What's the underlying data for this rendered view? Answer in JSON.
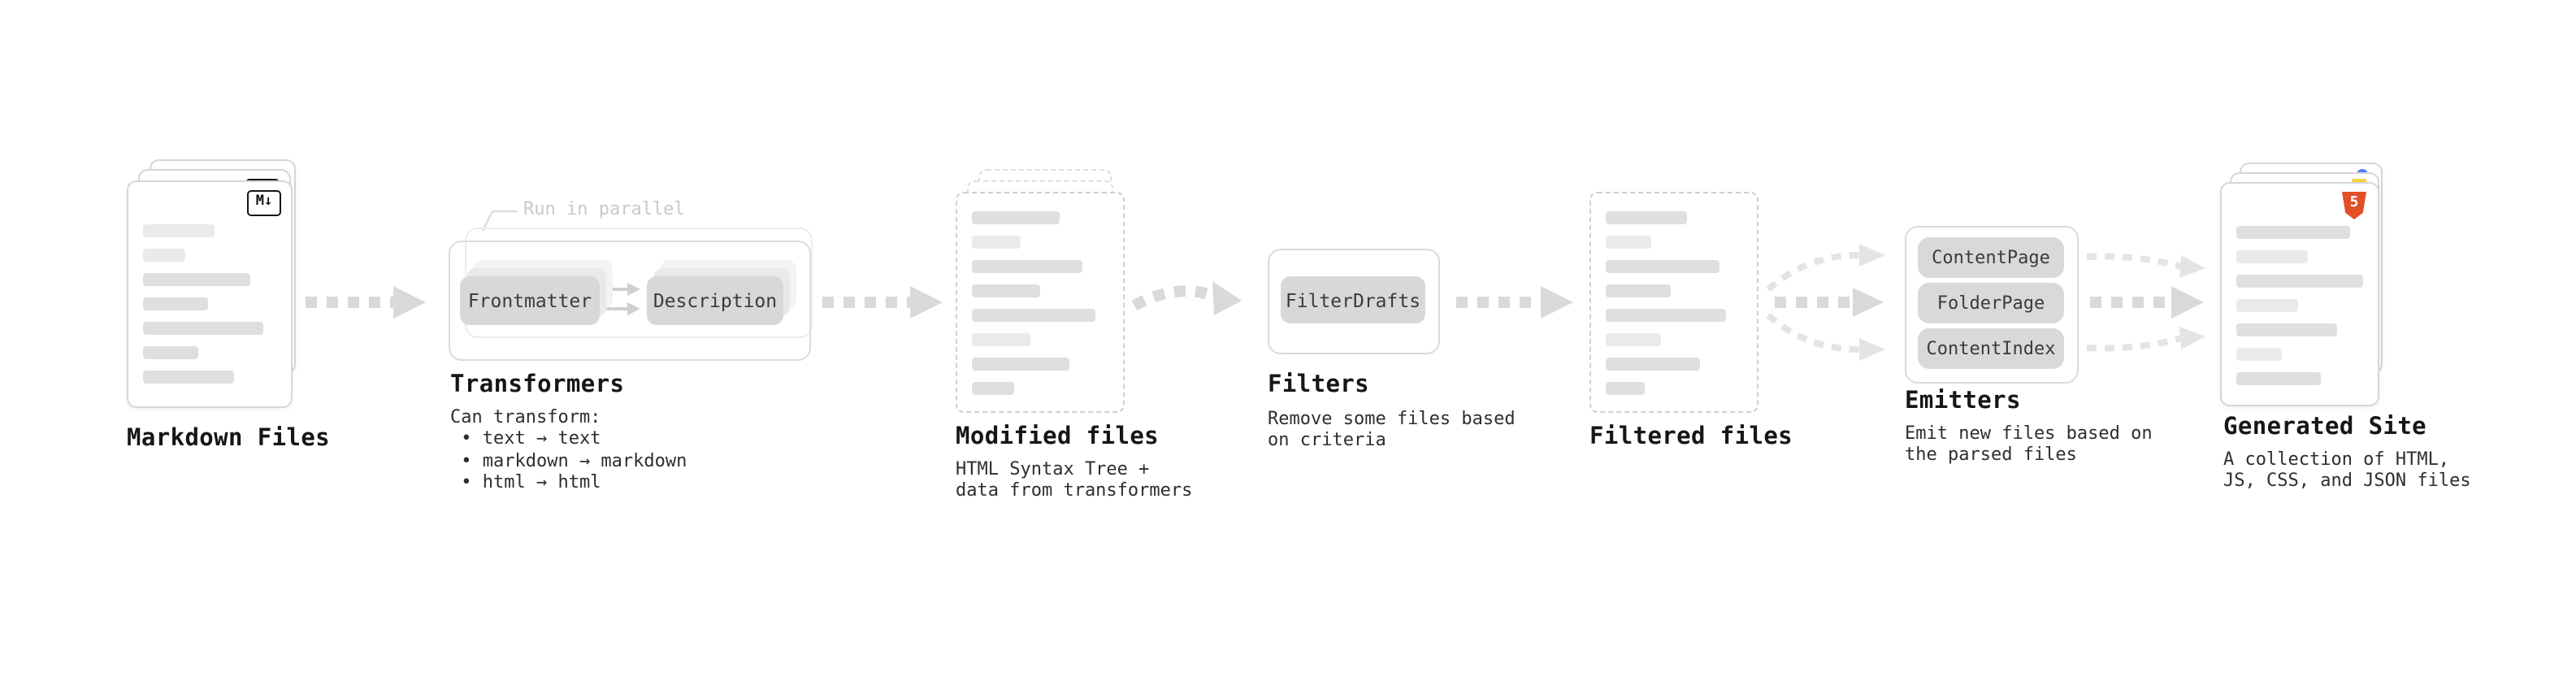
{
  "diagram": {
    "markdown_files": {
      "label": "Markdown Files",
      "icon": "M↓"
    },
    "transformers": {
      "label": "Transformers",
      "run_parallel": "Run in parallel",
      "step1": "Frontmatter",
      "step2": "Description",
      "desc": "Can transform:\n • text → text\n • markdown → markdown\n • html → html"
    },
    "modified_files": {
      "label": "Modified files",
      "desc": "HTML Syntax Tree +\ndata from transformers"
    },
    "filters": {
      "label": "Filters",
      "button": "FilterDrafts",
      "desc": "Remove some files based\non criteria"
    },
    "filtered_files": {
      "label": "Filtered files"
    },
    "emitters": {
      "label": "Emitters",
      "buttons": [
        "ContentPage",
        "FolderPage",
        "ContentIndex"
      ],
      "desc": "Emit new files based on\nthe parsed files"
    },
    "generated_site": {
      "label": "Generated Site",
      "icon": "5",
      "desc": "A collection of HTML,\nJS, CSS, and JSON files"
    },
    "colors": {
      "html5_orange": "#e34f26",
      "arrow_gray": "#d9d9d9",
      "bar_gray": "#dfdfdf"
    }
  }
}
